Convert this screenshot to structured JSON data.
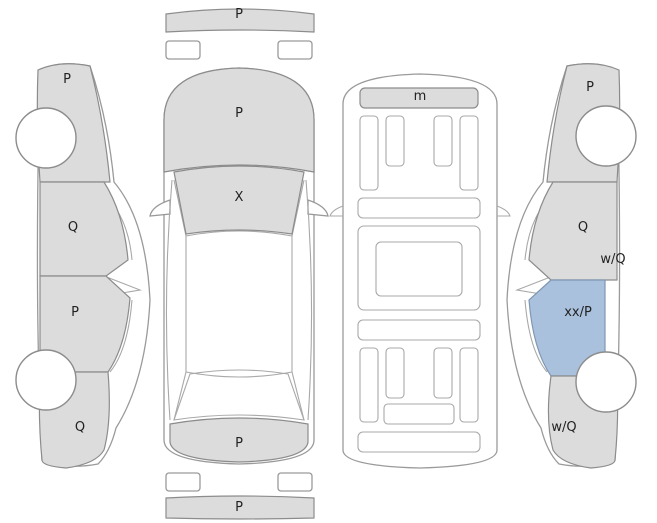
{
  "colors": {
    "damaged": "#dcdcdc",
    "highlight": "#a9c1dd",
    "outline": "#9a9a9a",
    "background": "#ffffff"
  },
  "labels": {
    "top_bumper": "P",
    "hood": "P",
    "windshield": "X",
    "trunk": "P",
    "bottom_bumper": "P",
    "roof_strip": "m",
    "left_front_fender": "P",
    "left_front_door": "Q",
    "left_rear_door": "P",
    "left_rear_quarter": "Q",
    "right_front_fender": "P",
    "right_front_door": "Q",
    "right_door_side_note": "w/Q",
    "right_rear_door": "xx/P",
    "right_rear_quarter": "w/Q"
  }
}
